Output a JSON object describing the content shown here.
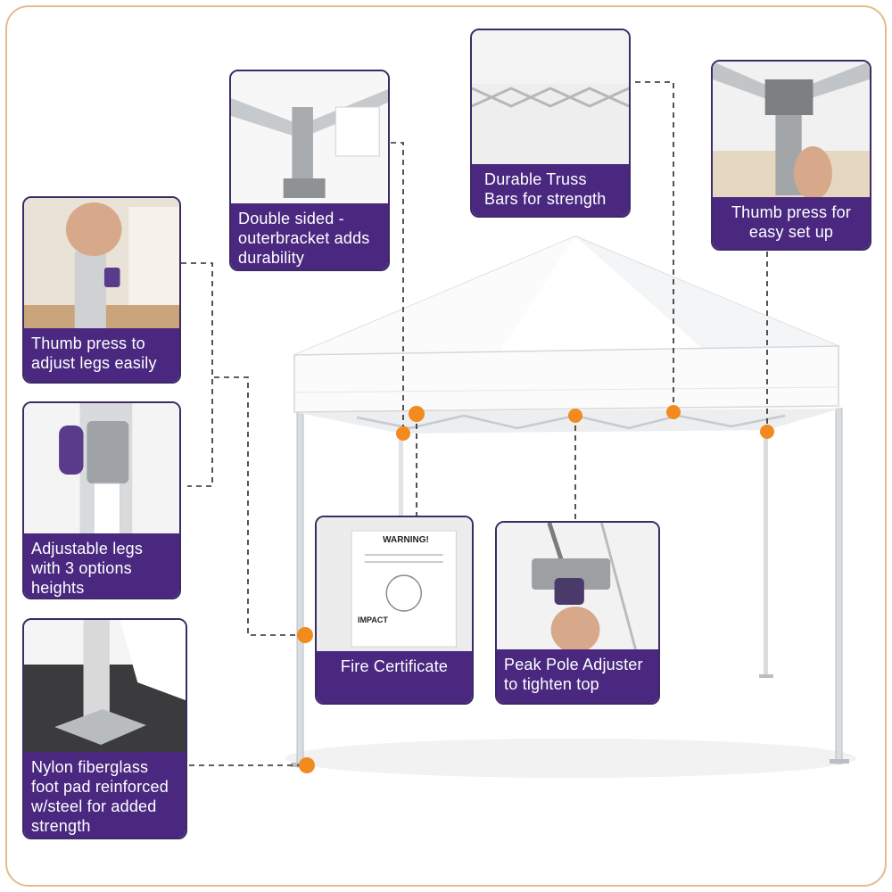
{
  "colors": {
    "label_bg": "#4a2880",
    "label_text": "#ffffff",
    "card_border": "#3d2a66",
    "marker": "#f28a1e",
    "frame_border": "#e9b98c",
    "canopy": "#ffffff"
  },
  "features": [
    {
      "id": "thumb-press-legs",
      "label": "Thumb press to adjust legs easily"
    },
    {
      "id": "adjustable-legs",
      "label": "Adjustable legs with 3 options heights"
    },
    {
      "id": "foot-pad",
      "label": "Nylon fiberglass foot pad reinforced w/steel for added strength"
    },
    {
      "id": "double-sided",
      "label": "Double sided - outerbracket adds durability"
    },
    {
      "id": "truss-bars",
      "label": "Durable Truss Bars for strength"
    },
    {
      "id": "thumb-press-setup",
      "label": "Thumb press for easy set up"
    },
    {
      "id": "fire-certificate",
      "label": "Fire Certificate"
    },
    {
      "id": "peak-pole",
      "label": "Peak Pole Adjuster to tighten top"
    }
  ],
  "certificate": {
    "warning": "WARNING!",
    "brand": "IMPACT"
  }
}
